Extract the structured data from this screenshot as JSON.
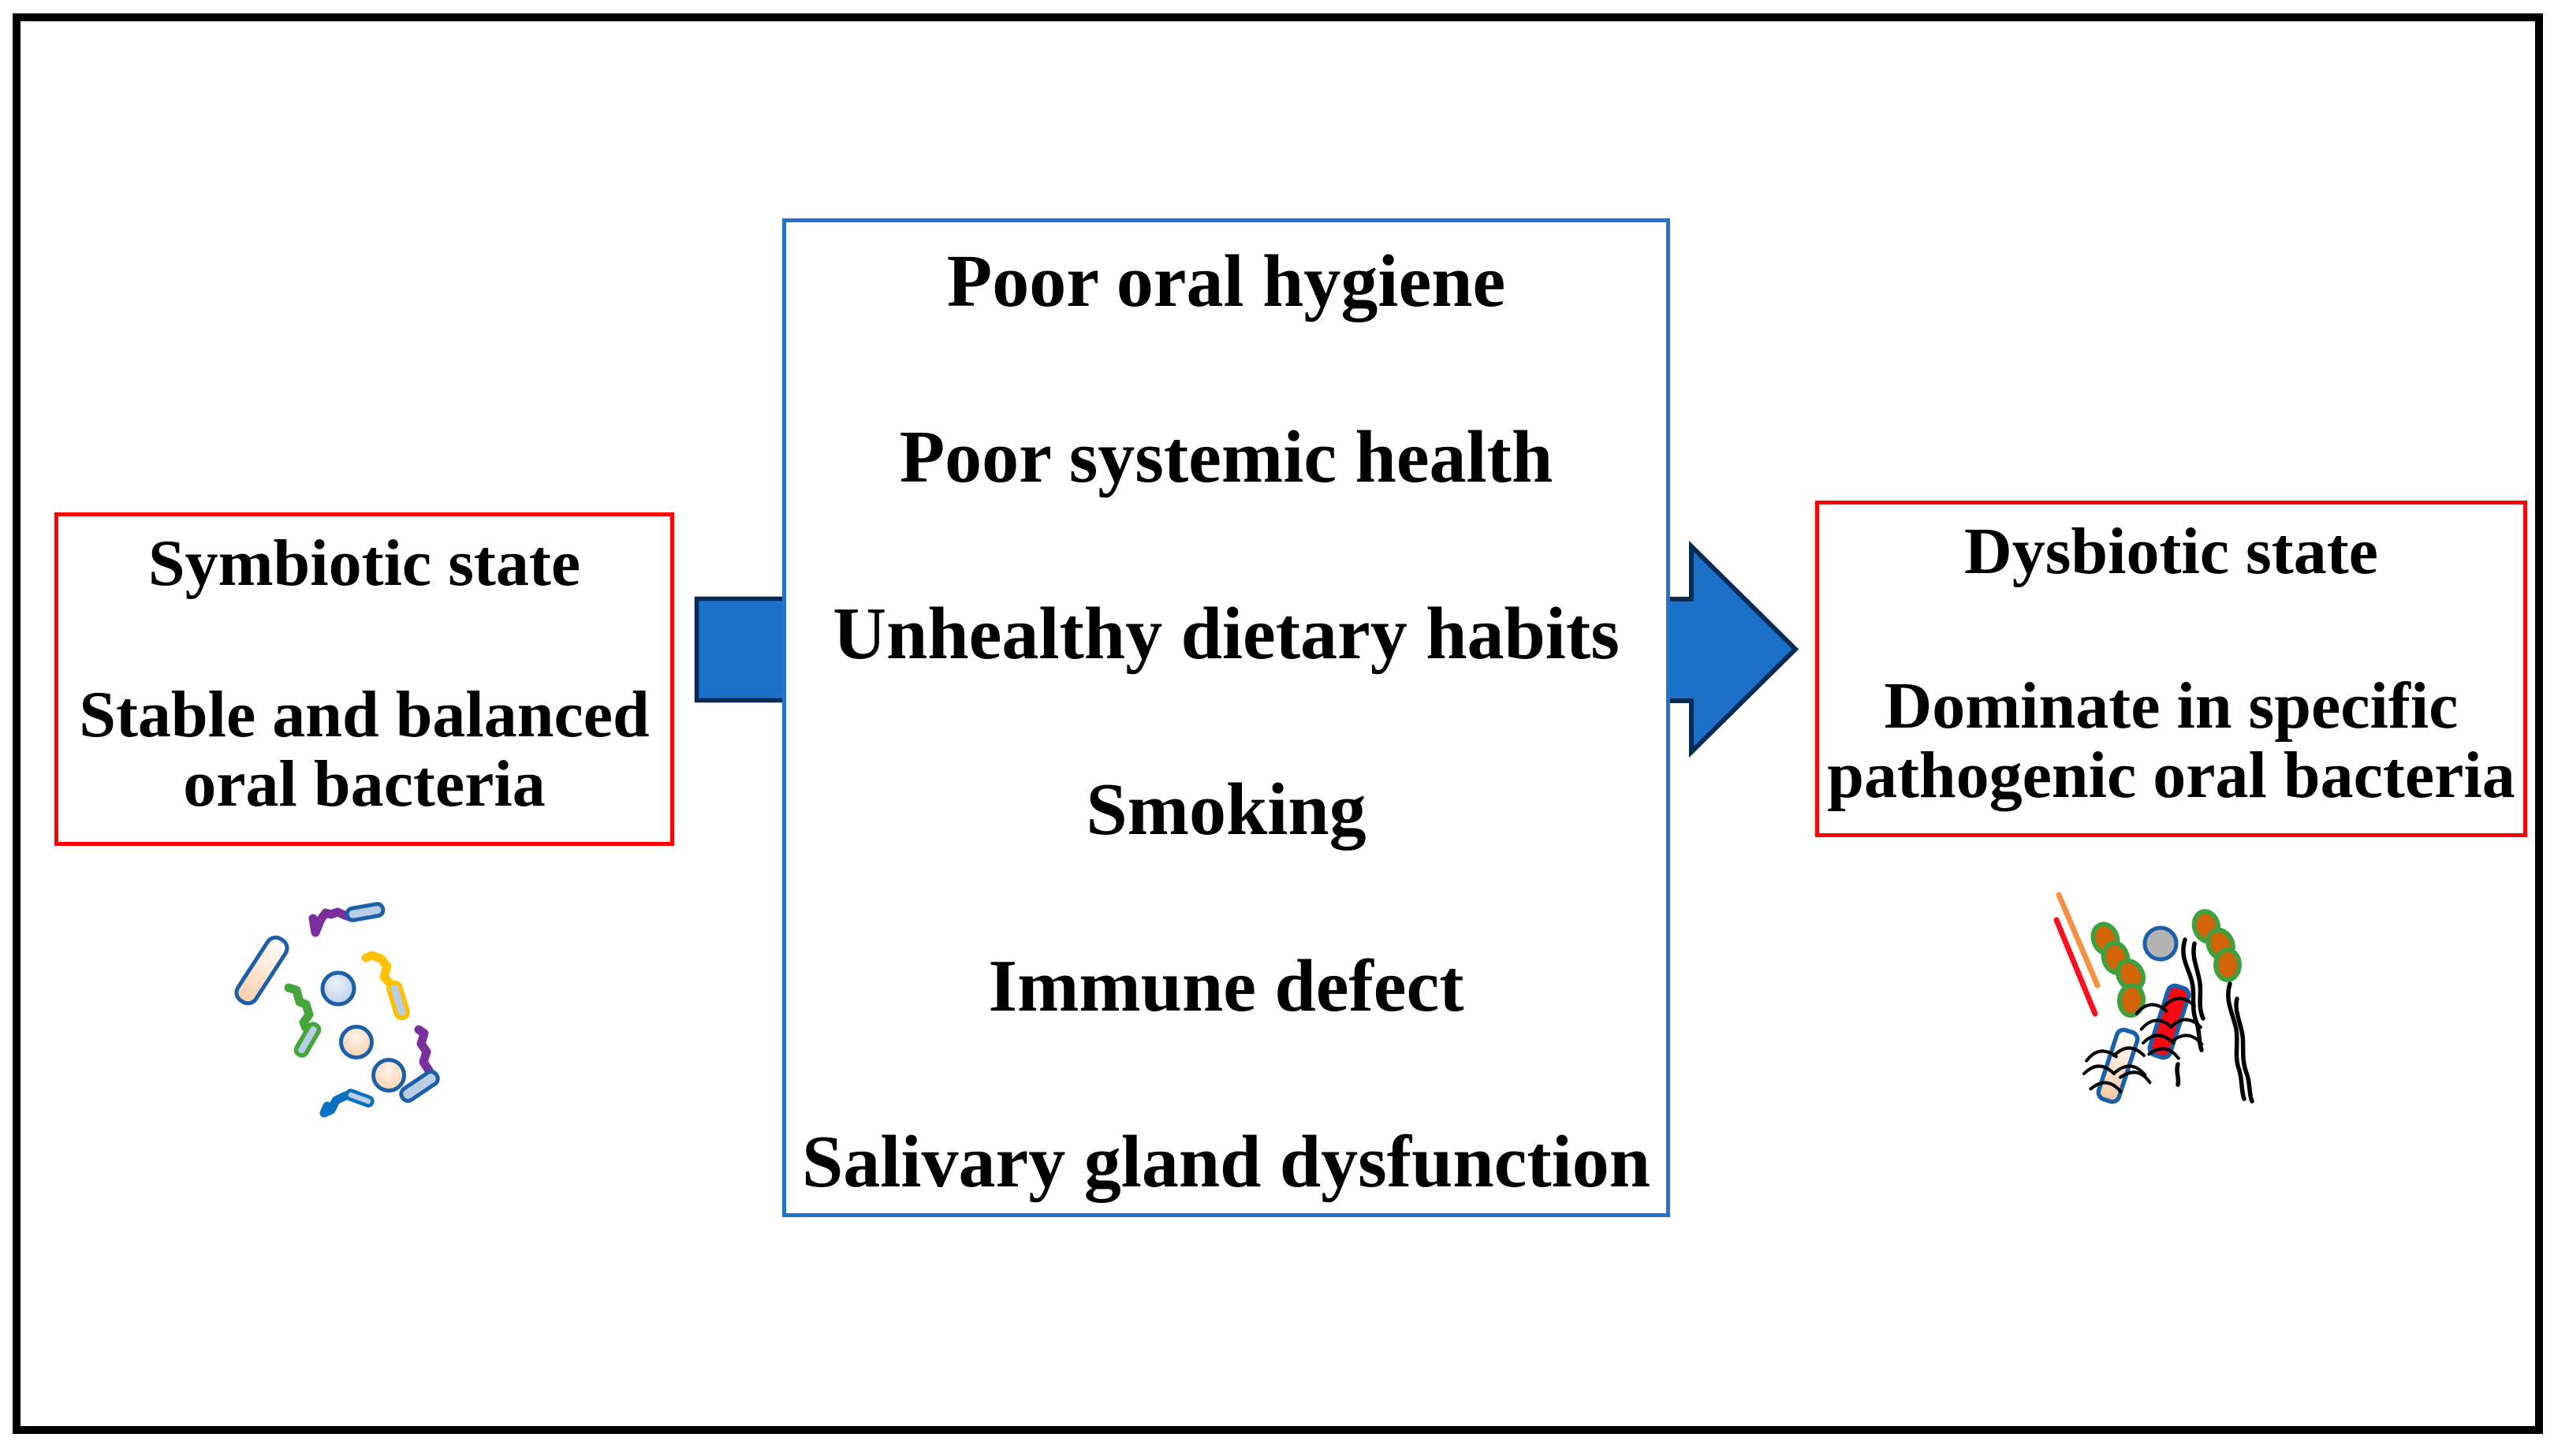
{
  "left_box": {
    "title": "Symbiotic state",
    "body_lines": [
      "Stable and balanced",
      "oral bacteria"
    ]
  },
  "risk_box": {
    "items": [
      "Poor oral hygiene",
      "Poor systemic health",
      "Unhealthy dietary habits",
      "Smoking",
      "Immune defect",
      "Salivary gland dysfunction"
    ]
  },
  "right_box": {
    "title": "Dysbiotic state",
    "body_lines": [
      "Dominate in specific",
      "pathogenic oral bacteria"
    ]
  },
  "colors": {
    "outer_border": "#000000",
    "red_border": "#FF0000",
    "blue_box_border": "#2273CC",
    "arrow_fill": "#1B70C8",
    "arrow_outline": "#0A2A56",
    "text": "#000000"
  },
  "illustrations": {
    "symbiotic": {
      "name": "balanced-oral-bacteria-icon",
      "palette": {
        "purple": "#7B2F9E",
        "green": "#46A63C",
        "yellow": "#FFC000",
        "blue": "#0B6FC2",
        "rod_fill": "#B9CDE5",
        "outline": "#1A5FA8",
        "peach": "#FACDA9"
      }
    },
    "dysbiotic": {
      "name": "pathogenic-oral-bacteria-icon",
      "palette": {
        "orange_line": "#F79043",
        "red_line": "#FB1020",
        "coccus_fill": "#D2650A",
        "coccus_ring": "#3FA03C",
        "gray": "#B3B3B3",
        "outline": "#1A5FA8",
        "filament": "#000000",
        "red_rod": "#FB0612"
      }
    }
  }
}
